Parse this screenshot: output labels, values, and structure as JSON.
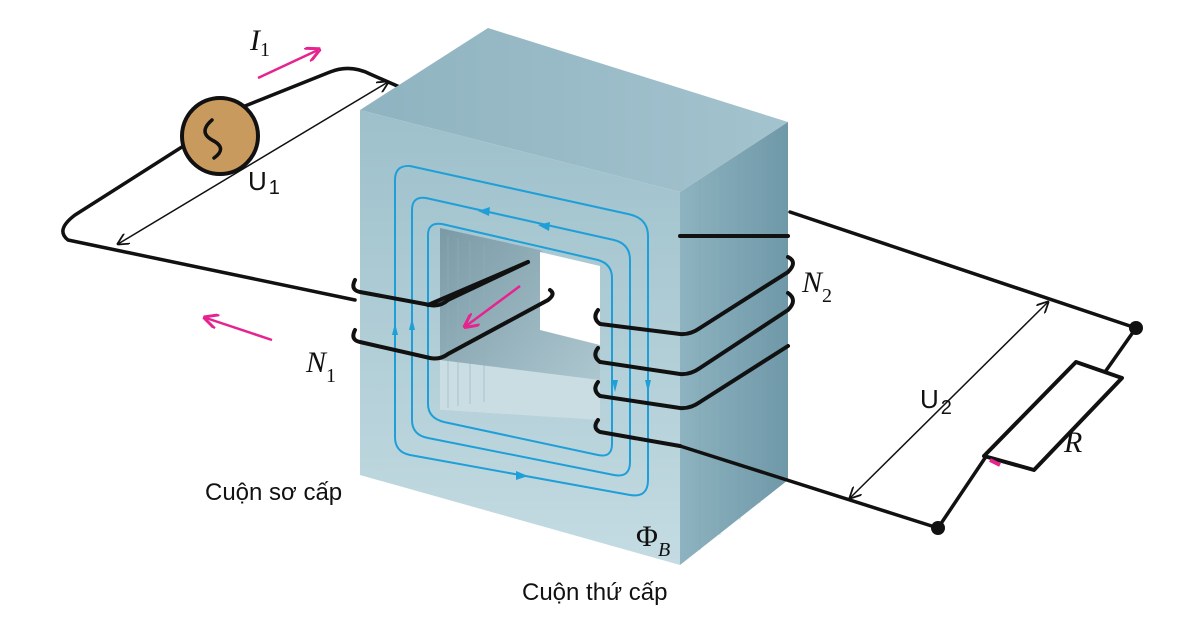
{
  "labels": {
    "current_symbol": "I",
    "current_subscript": "1",
    "u1_symbol": "U",
    "u1_subscript": "1",
    "u2_symbol": "U",
    "u2_subscript": "2",
    "n1_symbol": "N",
    "n1_subscript": "1",
    "n2_symbol": "N",
    "n2_subscript": "2",
    "resistor_symbol": "R",
    "flux_symbol": "Φ",
    "flux_subscript": "B",
    "primary_coil": "Cuộn sơ cấp",
    "secondary_coil": "Cuộn thứ cấp"
  },
  "colors": {
    "core_front": "#a9c9d3",
    "core_top": "#92b7c4",
    "core_side": "#7fa7b5",
    "flux_lines": "#1f9fd8",
    "current_arrows": "#e6238f",
    "source_fill": "#c89a5e",
    "wire": "#111111"
  },
  "icons": {
    "source": "ac-source-icon",
    "resistor": "resistor-icon"
  }
}
